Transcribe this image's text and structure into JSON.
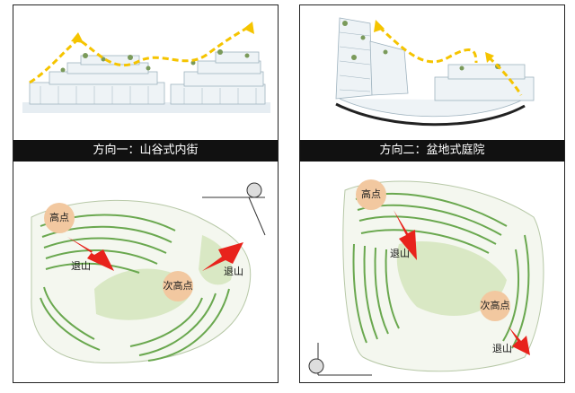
{
  "panels": [
    {
      "caption": "方向一：山谷式内街",
      "labels": {
        "high_point": "高点",
        "secondary_high_point": "次高点",
        "setback_1": "退山",
        "setback_2": "退山"
      }
    },
    {
      "caption": "方向二：盆地式庭院",
      "labels": {
        "high_point": "高点",
        "secondary_high_point": "次高点",
        "setback_1": "退山",
        "setback_2": "退山"
      }
    }
  ],
  "colors": {
    "terrace_green": "#6aa84f",
    "soft_green": "#d9e8c4",
    "arrow_yellow": "#f5c400",
    "arrow_red": "#e8231c",
    "marker": "#f2c8a0"
  }
}
